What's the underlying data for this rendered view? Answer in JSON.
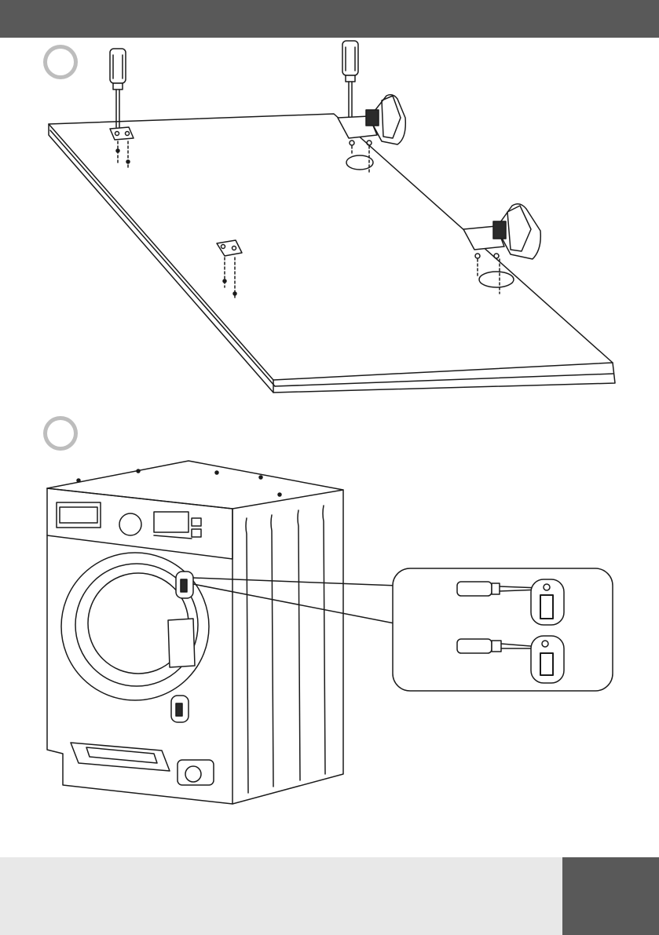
{
  "page": {
    "header_color": "#595959",
    "footer_color": "#e8e8e8",
    "tab_color": "#595959"
  },
  "steps": [
    {
      "id": "step-1",
      "icon": "step-number-circle",
      "illustration": "door-hinge-mounting-with-screwdriver"
    },
    {
      "id": "step-2",
      "icon": "step-number-circle",
      "illustration": "washer-hinge-plate-screw-detail"
    }
  ]
}
